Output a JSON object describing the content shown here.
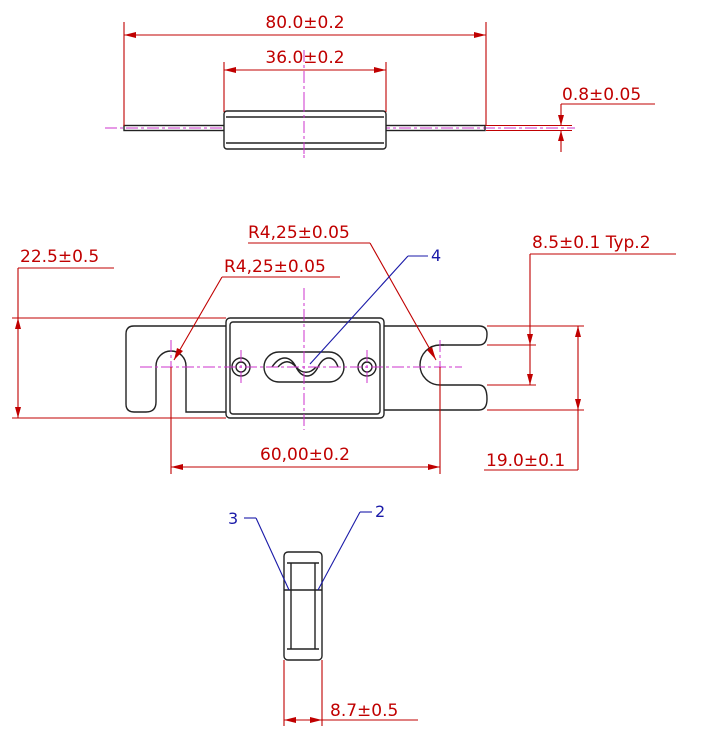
{
  "colors": {
    "outline": "#222222",
    "dimension": "#c00000",
    "centerline": "#cc33cc",
    "callout": "#1a1aa8"
  },
  "top_view": {
    "overall_length": "80.0±0.2",
    "body_length": "36.0±0.2",
    "blade_thickness": "0.8±0.05"
  },
  "front_view": {
    "radius_right": "R4,25±0.05",
    "radius_left": "R4,25±0.05",
    "callout_4": "4",
    "slot_width_typ": "8.5±0.1 Typ.2",
    "overall_height": "22.5±0.5",
    "hole_spacing": "60,00±0.2",
    "blade_width": "19.0±0.1"
  },
  "side_view": {
    "callout_3": "3",
    "callout_2": "2",
    "body_thickness": "8.7±0.5"
  }
}
